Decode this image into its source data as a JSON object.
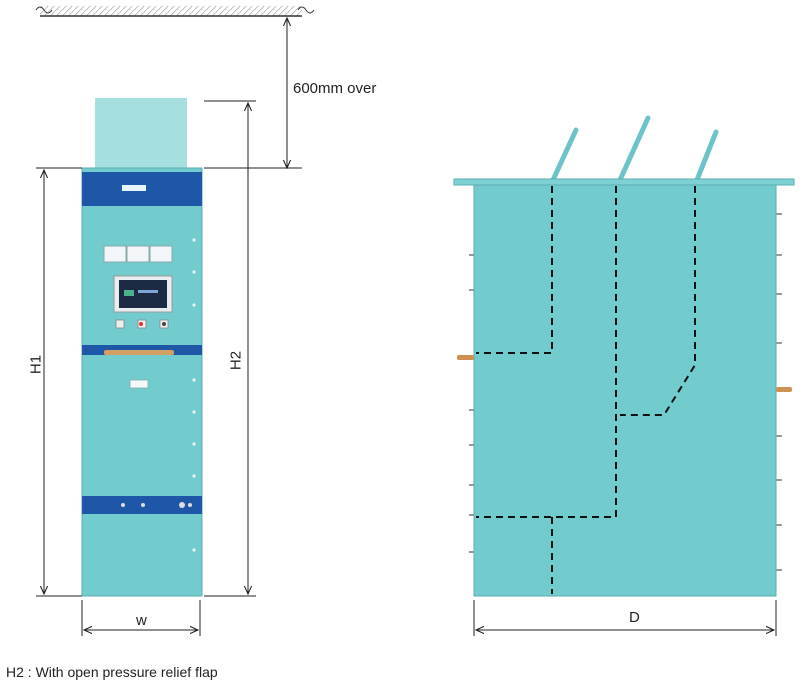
{
  "clearance_label": "600mm over",
  "front_view": {
    "height_label": "H1",
    "height_open_label": "H2",
    "width_label": "w"
  },
  "side_view": {
    "depth_label": "D"
  },
  "footnote": "H2 : With open pressure relief flap",
  "colors": {
    "panel": "#72cbcd",
    "panel_light": "#a6dfe0",
    "band": "#1f57a8",
    "dimension_line": "#222222",
    "flap": "#6cc4c8"
  }
}
